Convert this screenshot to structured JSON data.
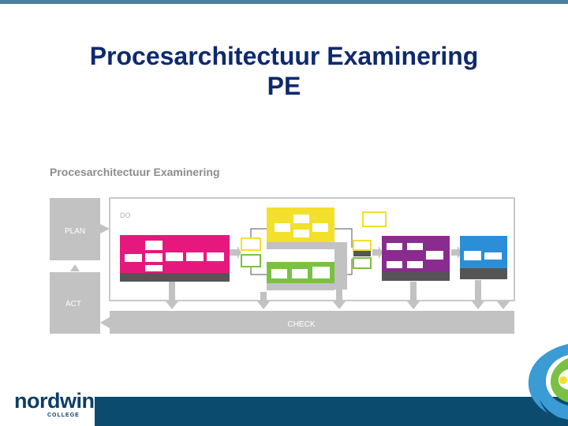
{
  "slide": {
    "title_line1": "Procesarchitectuur Examinering",
    "title_line2": "PE",
    "diagram_title": "Procesarchitectuur Examinering",
    "labels": {
      "plan": "PLAN",
      "act": "ACT",
      "do": "DO",
      "check": "CHECK"
    }
  },
  "logo": {
    "word": "nordwin",
    "sub": "COLLEGE"
  },
  "colors": {
    "navy_title": "#0e2a6e",
    "grey_block": "#c2c2c2",
    "magenta": "#e6187d",
    "yellow": "#f2e02a",
    "green": "#7ac143",
    "purple": "#8a2b8f",
    "blue": "#2a8fd6",
    "bar_blue": "#0b4b6e"
  }
}
